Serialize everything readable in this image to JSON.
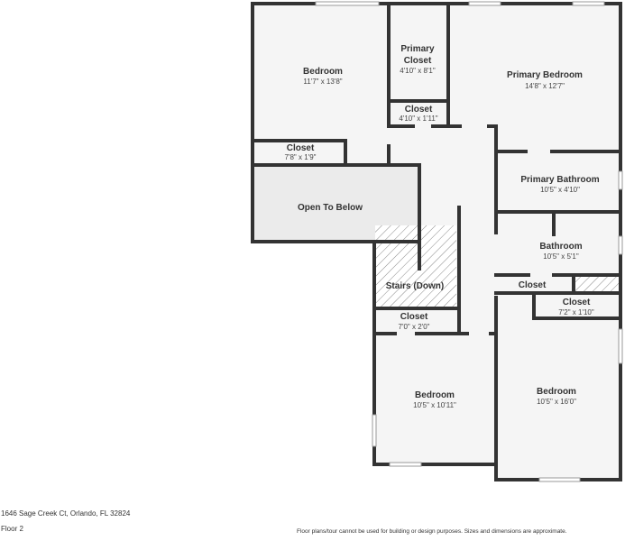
{
  "colors": {
    "wall": "#333333",
    "floor": "#f5f5f5",
    "open_to_below": "#ebebeb",
    "window": "#ffffff",
    "window_edge": "#999999",
    "hatch": "#888888"
  },
  "rooms": {
    "bedroom_nw": {
      "name": "Bedroom",
      "dims": "11'7\" x 13'8\""
    },
    "primary_closet": {
      "name_line1": "Primary",
      "name_line2": "Closet",
      "dims": "4'10\" x 8'1\""
    },
    "primary_bedroom": {
      "name": "Primary Bedroom",
      "dims": "14'8\" x 12'7\""
    },
    "closet_small_top": {
      "name": "Closet",
      "dims": "4'10\" x 1'11\""
    },
    "closet_nw": {
      "name": "Closet",
      "dims": "7'8\" x 1'9\""
    },
    "open_to_below": {
      "name": "Open To Below"
    },
    "primary_bathroom": {
      "name": "Primary Bathroom",
      "dims": "10'5\" x 4'10\""
    },
    "bathroom": {
      "name": "Bathroom",
      "dims": "10'5\" x 5'1\""
    },
    "stairs": {
      "name": "Stairs (Down)"
    },
    "closet_hall": {
      "name": "Closet"
    },
    "closet_se": {
      "name": "Closet",
      "dims": "7'2\" x 1'10\""
    },
    "closet_sw": {
      "name": "Closet",
      "dims": "7'0\" x 2'0\""
    },
    "bedroom_sw": {
      "name": "Bedroom",
      "dims": "10'5\" x 10'11\""
    },
    "bedroom_se": {
      "name": "Bedroom",
      "dims": "10'5\" x 16'0\""
    }
  },
  "footer": {
    "address": "1646 Sage Creek Ct, Orlando, FL 32824",
    "floor": "Floor 2",
    "disclaimer": "Floor plans/tour cannot be used for building or design purposes. Sizes and dimensions are approximate."
  }
}
